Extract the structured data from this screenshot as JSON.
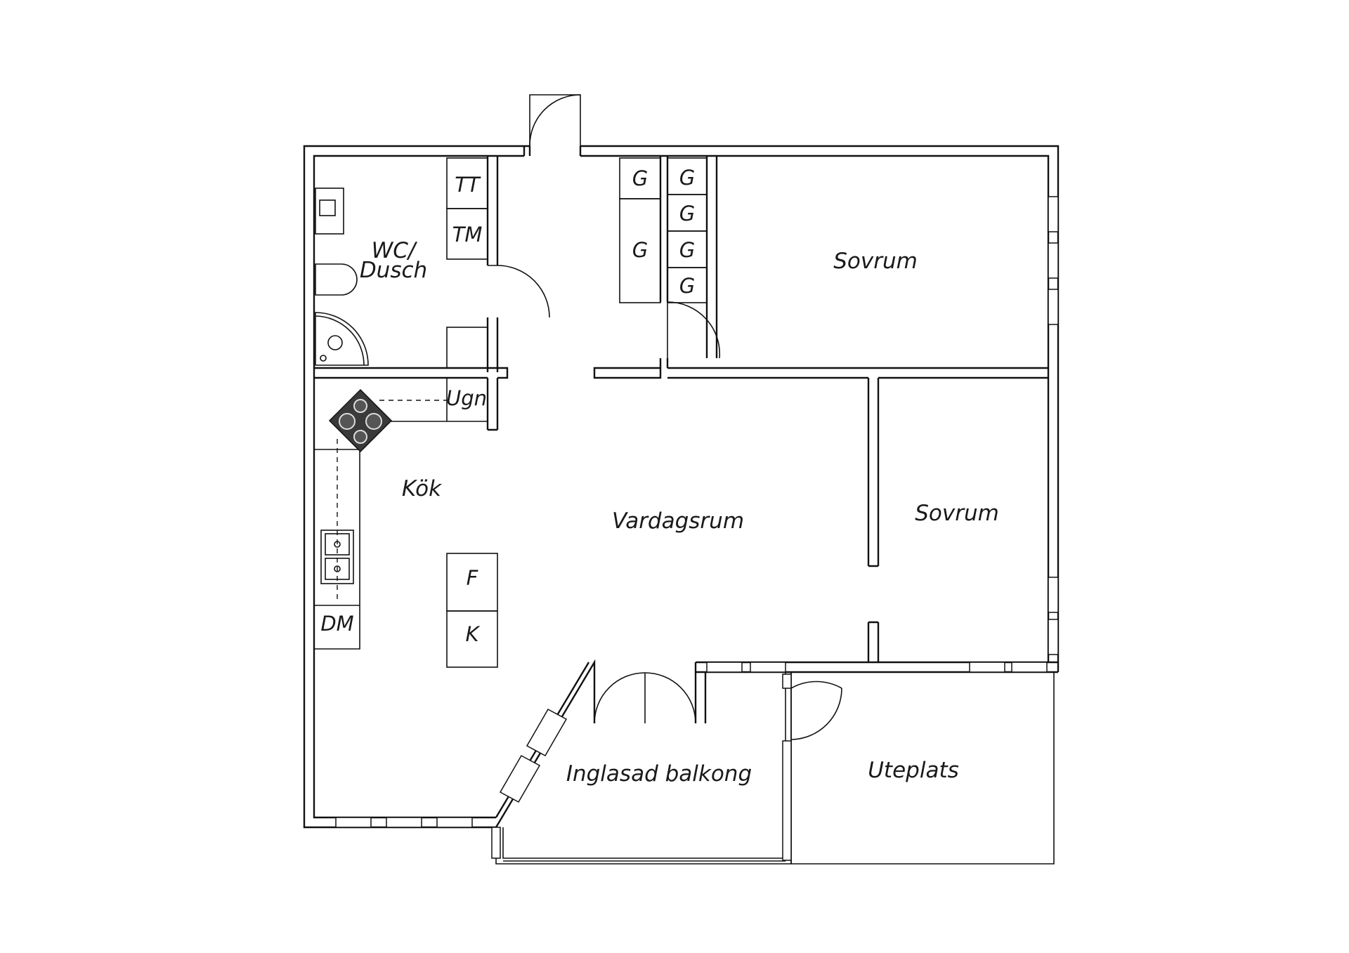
{
  "rooms": {
    "wc": "WC/",
    "wc_line2": "Dusch",
    "kok": "Kök",
    "vardagsrum": "Vardagsrum",
    "sovrum_1": "Sovrum",
    "sovrum_2": "Sovrum",
    "balkong": "Inglasad balkong",
    "uteplats": "Uteplats"
  },
  "appliances": {
    "tt": "TT",
    "tm": "TM",
    "ugn": "Ugn",
    "f": "F",
    "k": "K",
    "dm": "DM",
    "wardrobe_left_top": "G",
    "wardrobe_left_bottom": "G",
    "wardrobe_right": [
      "G",
      "G",
      "G",
      "G"
    ]
  }
}
